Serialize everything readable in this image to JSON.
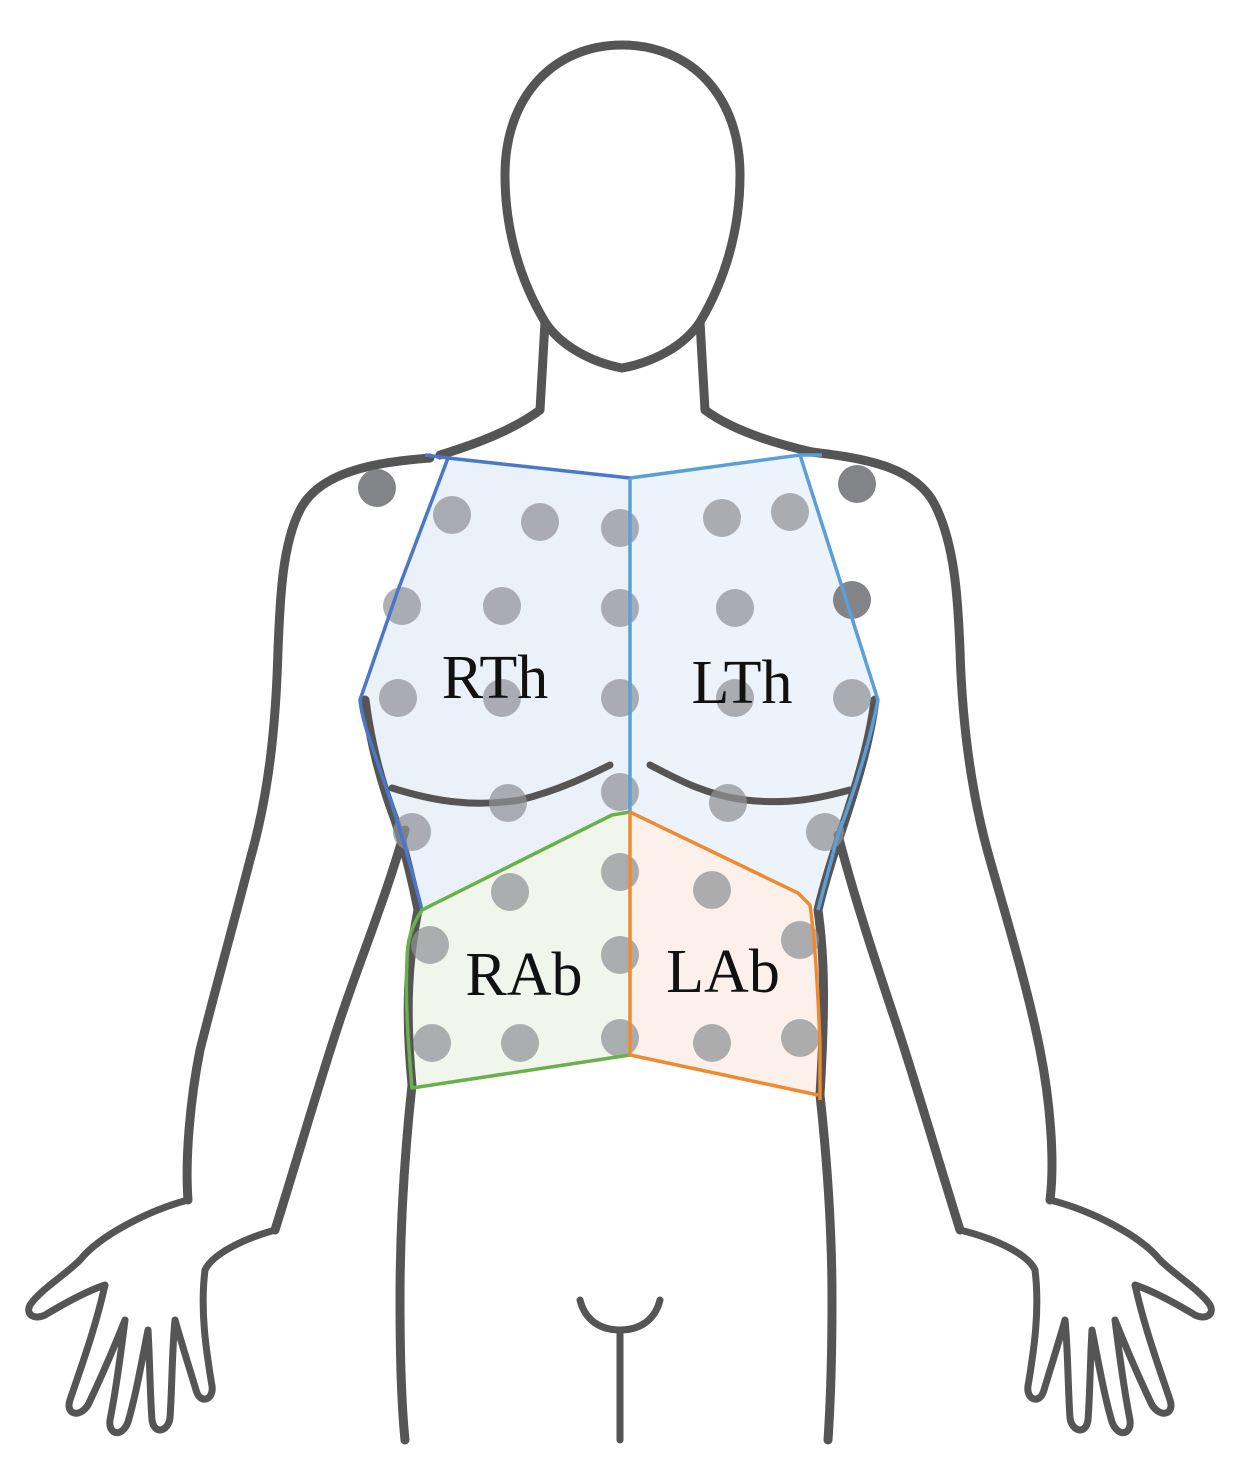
{
  "regions": [
    {
      "id": "rth",
      "label": "RTh",
      "stroke": "#4a78c8",
      "fill": "#e8eef8"
    },
    {
      "id": "lth",
      "label": "LTh",
      "stroke": "#5a9fd8",
      "fill": "#eaf1fa"
    },
    {
      "id": "rab",
      "label": "RAb",
      "stroke": "#6ab04c",
      "fill": "#edf5e9"
    },
    {
      "id": "lab",
      "label": "LAb",
      "stroke": "#f08a30",
      "fill": "#fbeee6"
    }
  ],
  "colors": {
    "body_outline": "#555555",
    "electrode_dot": "#8f9296"
  }
}
